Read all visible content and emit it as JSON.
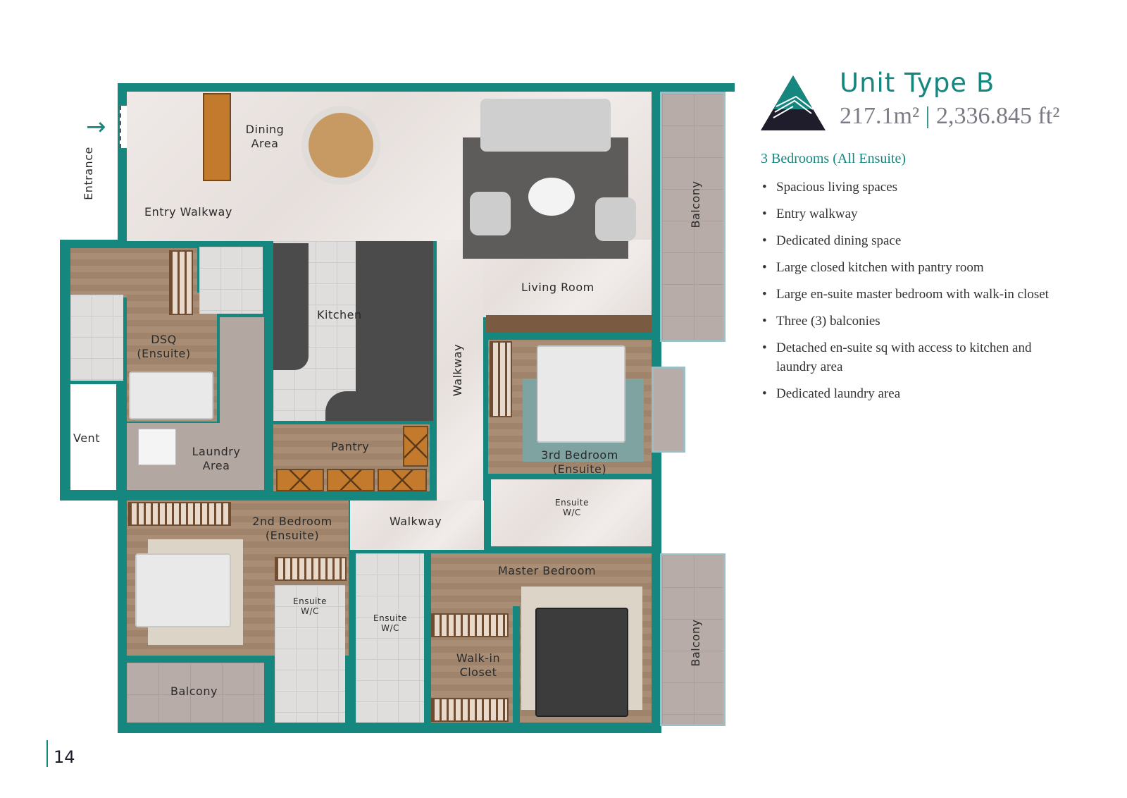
{
  "header": {
    "title": "Unit Type B",
    "area_m2": "217.1m²",
    "separator": "|",
    "area_ft2": "2,336.845 ft²"
  },
  "summary": "3 Bedrooms (All Ensuite)",
  "features": [
    "Spacious living spaces",
    "Entry walkway",
    "Dedicated dining space",
    "Large closed kitchen with pantry room",
    "Large en-suite master bedroom with walk-in closet",
    "Three (3) balconies",
    "Detached en-suite sq with access to kitchen and laundry area",
    "Dedicated laundry area"
  ],
  "plan": {
    "entrance": "Entrance",
    "dining": "Dining Area",
    "entry_walkway": "Entry Walkway",
    "living": "Living Room",
    "balcony": "Balcony",
    "kitchen": "Kitchen",
    "dsq": "DSQ (Ensuite)",
    "vent": "Vent",
    "laundry": "Laundry Area",
    "pantry": "Pantry",
    "walkway": "Walkway",
    "bed3": "3rd Bedroom (Ensuite)",
    "ensuite": "Ensuite W/C",
    "bed2": "2nd Bedroom (Ensuite)",
    "master": "Master Bedroom",
    "closet": "Walk-in Closet"
  },
  "page_number": "14",
  "colors": {
    "accent": "#15877f",
    "dark": "#1f1d2b"
  }
}
